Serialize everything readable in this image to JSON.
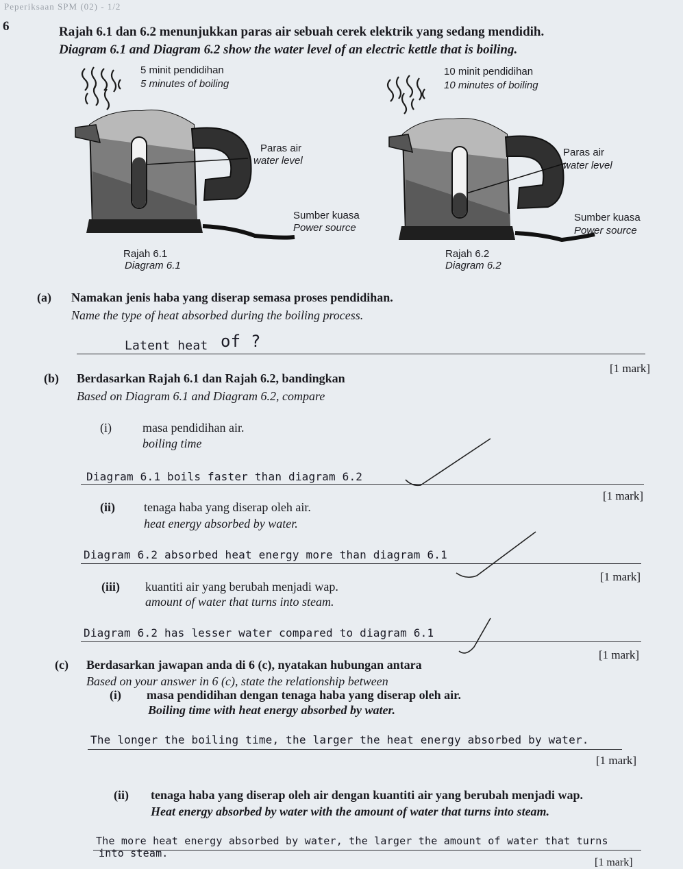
{
  "header": "Peperiksaan SPM (02) - 1/2",
  "question": {
    "number": "6",
    "intro_ms": "Rajah 6.1 dan 6.2 menunjukkan paras air sebuah cerek elektrik yang sedang mendidih.",
    "intro_en": "Diagram 6.1 and Diagram 6.2 show the water level of an electric kettle that is boiling."
  },
  "diagram1": {
    "time_ms": "5 minit pendidihan",
    "time_en": "5 minutes of boiling",
    "level_ms": "Paras air",
    "level_en": "water level",
    "power_ms": "Sumber kuasa",
    "power_en": "Power source",
    "caption_ms": "Rajah 6.1",
    "caption_en": "Diagram 6.1",
    "water_level_fraction": 0.72
  },
  "diagram2": {
    "time_ms": "10 minit pendidihan",
    "time_en": "10 minutes of boiling",
    "level_ms": "Paras air",
    "level_en": "water level",
    "power_ms": "Sumber kuasa",
    "power_en": "Power source",
    "caption_ms": "Rajah 6.2",
    "caption_en": "Diagram 6.2",
    "water_level_fraction": 0.35
  },
  "part_a": {
    "label": "(a)",
    "text_ms": "Namakan jenis haba yang diserap semasa proses pendidihan.",
    "text_en": "Name the type of heat absorbed during the boiling process.",
    "answer": "Latent heat",
    "annotation": "of ?",
    "mark": "[1 mark]"
  },
  "part_b": {
    "label": "(b)",
    "text_ms": "Berdasarkan Rajah 6.1 dan Rajah 6.2, bandingkan",
    "text_en": "Based on Diagram 6.1 and Diagram 6.2, compare",
    "items": [
      {
        "label": "(i)",
        "text_ms": "masa pendidihan air.",
        "text_en": "boiling time",
        "answer": "Diagram 6.1 boils faster than diagram 6.2",
        "mark": "[1 mark]"
      },
      {
        "label": "(ii)",
        "text_ms": "tenaga haba yang diserap oleh air.",
        "text_en": "heat energy absorbed by water.",
        "answer": "Diagram 6.2 absorbed heat energy more than diagram 6.1",
        "mark": "[1 mark]"
      },
      {
        "label": "(iii)",
        "text_ms": "kuantiti air yang berubah menjadi wap.",
        "text_en": "amount of water that turns into steam.",
        "answer": "Diagram 6.2 has lesser water compared to diagram 6.1",
        "mark": "[1 mark]"
      }
    ]
  },
  "part_c": {
    "label": "(c)",
    "text_ms": "Berdasarkan jawapan anda di 6 (c), nyatakan hubungan antara",
    "text_en": "Based on your answer in 6 (c), state the relationship between",
    "items": [
      {
        "label": "(i)",
        "text_ms": "masa pendidihan dengan tenaga haba yang diserap oleh air.",
        "text_en": "Boiling time with heat energy absorbed by water.",
        "answer": "The longer the boiling time, the larger the heat energy absorbed by water.",
        "mark": "[1 mark]"
      },
      {
        "label": "(ii)",
        "text_ms": "tenaga haba yang diserap oleh air dengan kuantiti air yang berubah menjadi wap.",
        "text_en": "Heat energy absorbed by water with the amount of water that turns into steam.",
        "answer": "The more heat energy absorbed by water, the larger the amount of water that turns",
        "answer_cont": "into steam.",
        "mark": "[1 mark]"
      }
    ]
  }
}
